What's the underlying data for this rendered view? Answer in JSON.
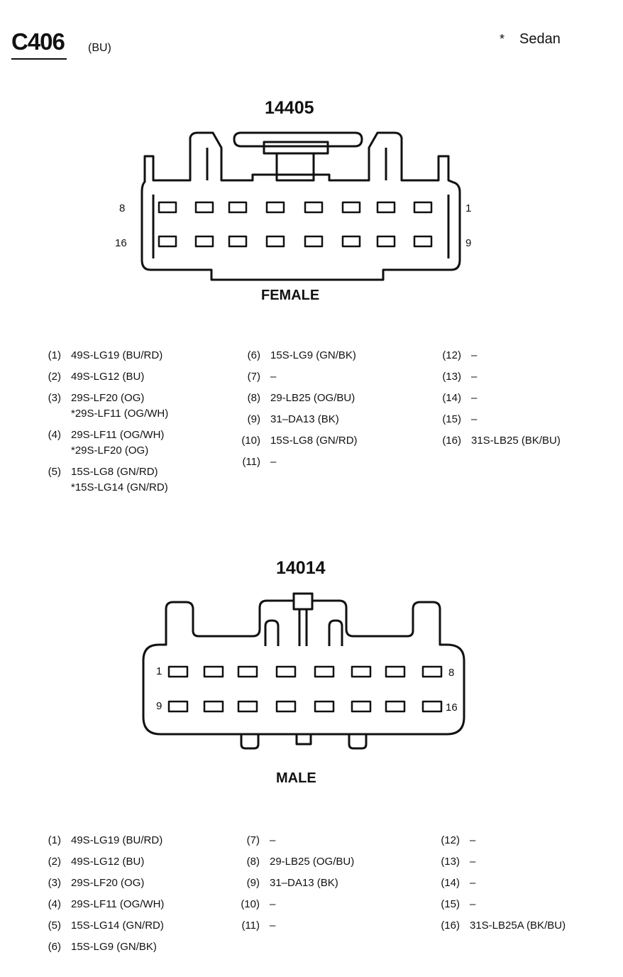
{
  "header": {
    "connector_id": "C406",
    "connector_color": "(BU)",
    "note_symbol": "*",
    "note_text": "Sedan"
  },
  "female": {
    "part_number": "14405",
    "gender_label": "FEMALE",
    "pin_labels": {
      "top_left": "8",
      "bottom_left": "16",
      "top_right": "1",
      "bottom_right": "9"
    },
    "circuits": [
      {
        "num": "(1)",
        "lines": [
          "49S-LG19 (BU/RD)"
        ]
      },
      {
        "num": "(2)",
        "lines": [
          "49S-LG12 (BU)"
        ]
      },
      {
        "num": "(3)",
        "lines": [
          "29S-LF20 (OG)",
          "*29S-LF11 (OG/WH)"
        ]
      },
      {
        "num": "(4)",
        "lines": [
          "29S-LF11 (OG/WH)",
          "*29S-LF20 (OG)"
        ]
      },
      {
        "num": "(5)",
        "lines": [
          "15S-LG8 (GN/RD)",
          "*15S-LG14 (GN/RD)"
        ]
      },
      {
        "num": "(6)",
        "lines": [
          "15S-LG9 (GN/BK)"
        ]
      },
      {
        "num": "(7)",
        "lines": [
          "–"
        ]
      },
      {
        "num": "(8)",
        "lines": [
          "29-LB25 (OG/BU)"
        ]
      },
      {
        "num": "(9)",
        "lines": [
          "31–DA13 (BK)"
        ]
      },
      {
        "num": "(10)",
        "lines": [
          "15S-LG8 (GN/RD)"
        ]
      },
      {
        "num": "(11)",
        "lines": [
          "–"
        ]
      },
      {
        "num": "(12)",
        "lines": [
          "–"
        ]
      },
      {
        "num": "(13)",
        "lines": [
          "–"
        ]
      },
      {
        "num": "(14)",
        "lines": [
          "–"
        ]
      },
      {
        "num": "(15)",
        "lines": [
          "–"
        ]
      },
      {
        "num": "(16)",
        "lines": [
          "31S-LB25 (BK/BU)"
        ]
      }
    ]
  },
  "male": {
    "part_number": "14014",
    "gender_label": "MALE",
    "pin_labels": {
      "top_left": "1",
      "bottom_left": "9",
      "top_right": "8",
      "bottom_right": "16"
    },
    "circuits": [
      {
        "num": "(1)",
        "lines": [
          "49S-LG19 (BU/RD)"
        ]
      },
      {
        "num": "(2)",
        "lines": [
          "49S-LG12 (BU)"
        ]
      },
      {
        "num": "(3)",
        "lines": [
          "29S-LF20 (OG)"
        ]
      },
      {
        "num": "(4)",
        "lines": [
          "29S-LF11 (OG/WH)"
        ]
      },
      {
        "num": "(5)",
        "lines": [
          "15S-LG14 (GN/RD)"
        ]
      },
      {
        "num": "(6)",
        "lines": [
          "15S-LG9 (GN/BK)"
        ]
      },
      {
        "num": "(7)",
        "lines": [
          "–"
        ]
      },
      {
        "num": "(8)",
        "lines": [
          "29-LB25 (OG/BU)"
        ]
      },
      {
        "num": "(9)",
        "lines": [
          "31–DA13 (BK)"
        ]
      },
      {
        "num": "(10)",
        "lines": [
          "–"
        ]
      },
      {
        "num": "(11)",
        "lines": [
          "–"
        ]
      },
      {
        "num": "(12)",
        "lines": [
          "–"
        ]
      },
      {
        "num": "(13)",
        "lines": [
          "–"
        ]
      },
      {
        "num": "(14)",
        "lines": [
          "–"
        ]
      },
      {
        "num": "(15)",
        "lines": [
          "–"
        ]
      },
      {
        "num": "(16)",
        "lines": [
          "31S-LB25A (BK/BU)"
        ]
      }
    ]
  }
}
